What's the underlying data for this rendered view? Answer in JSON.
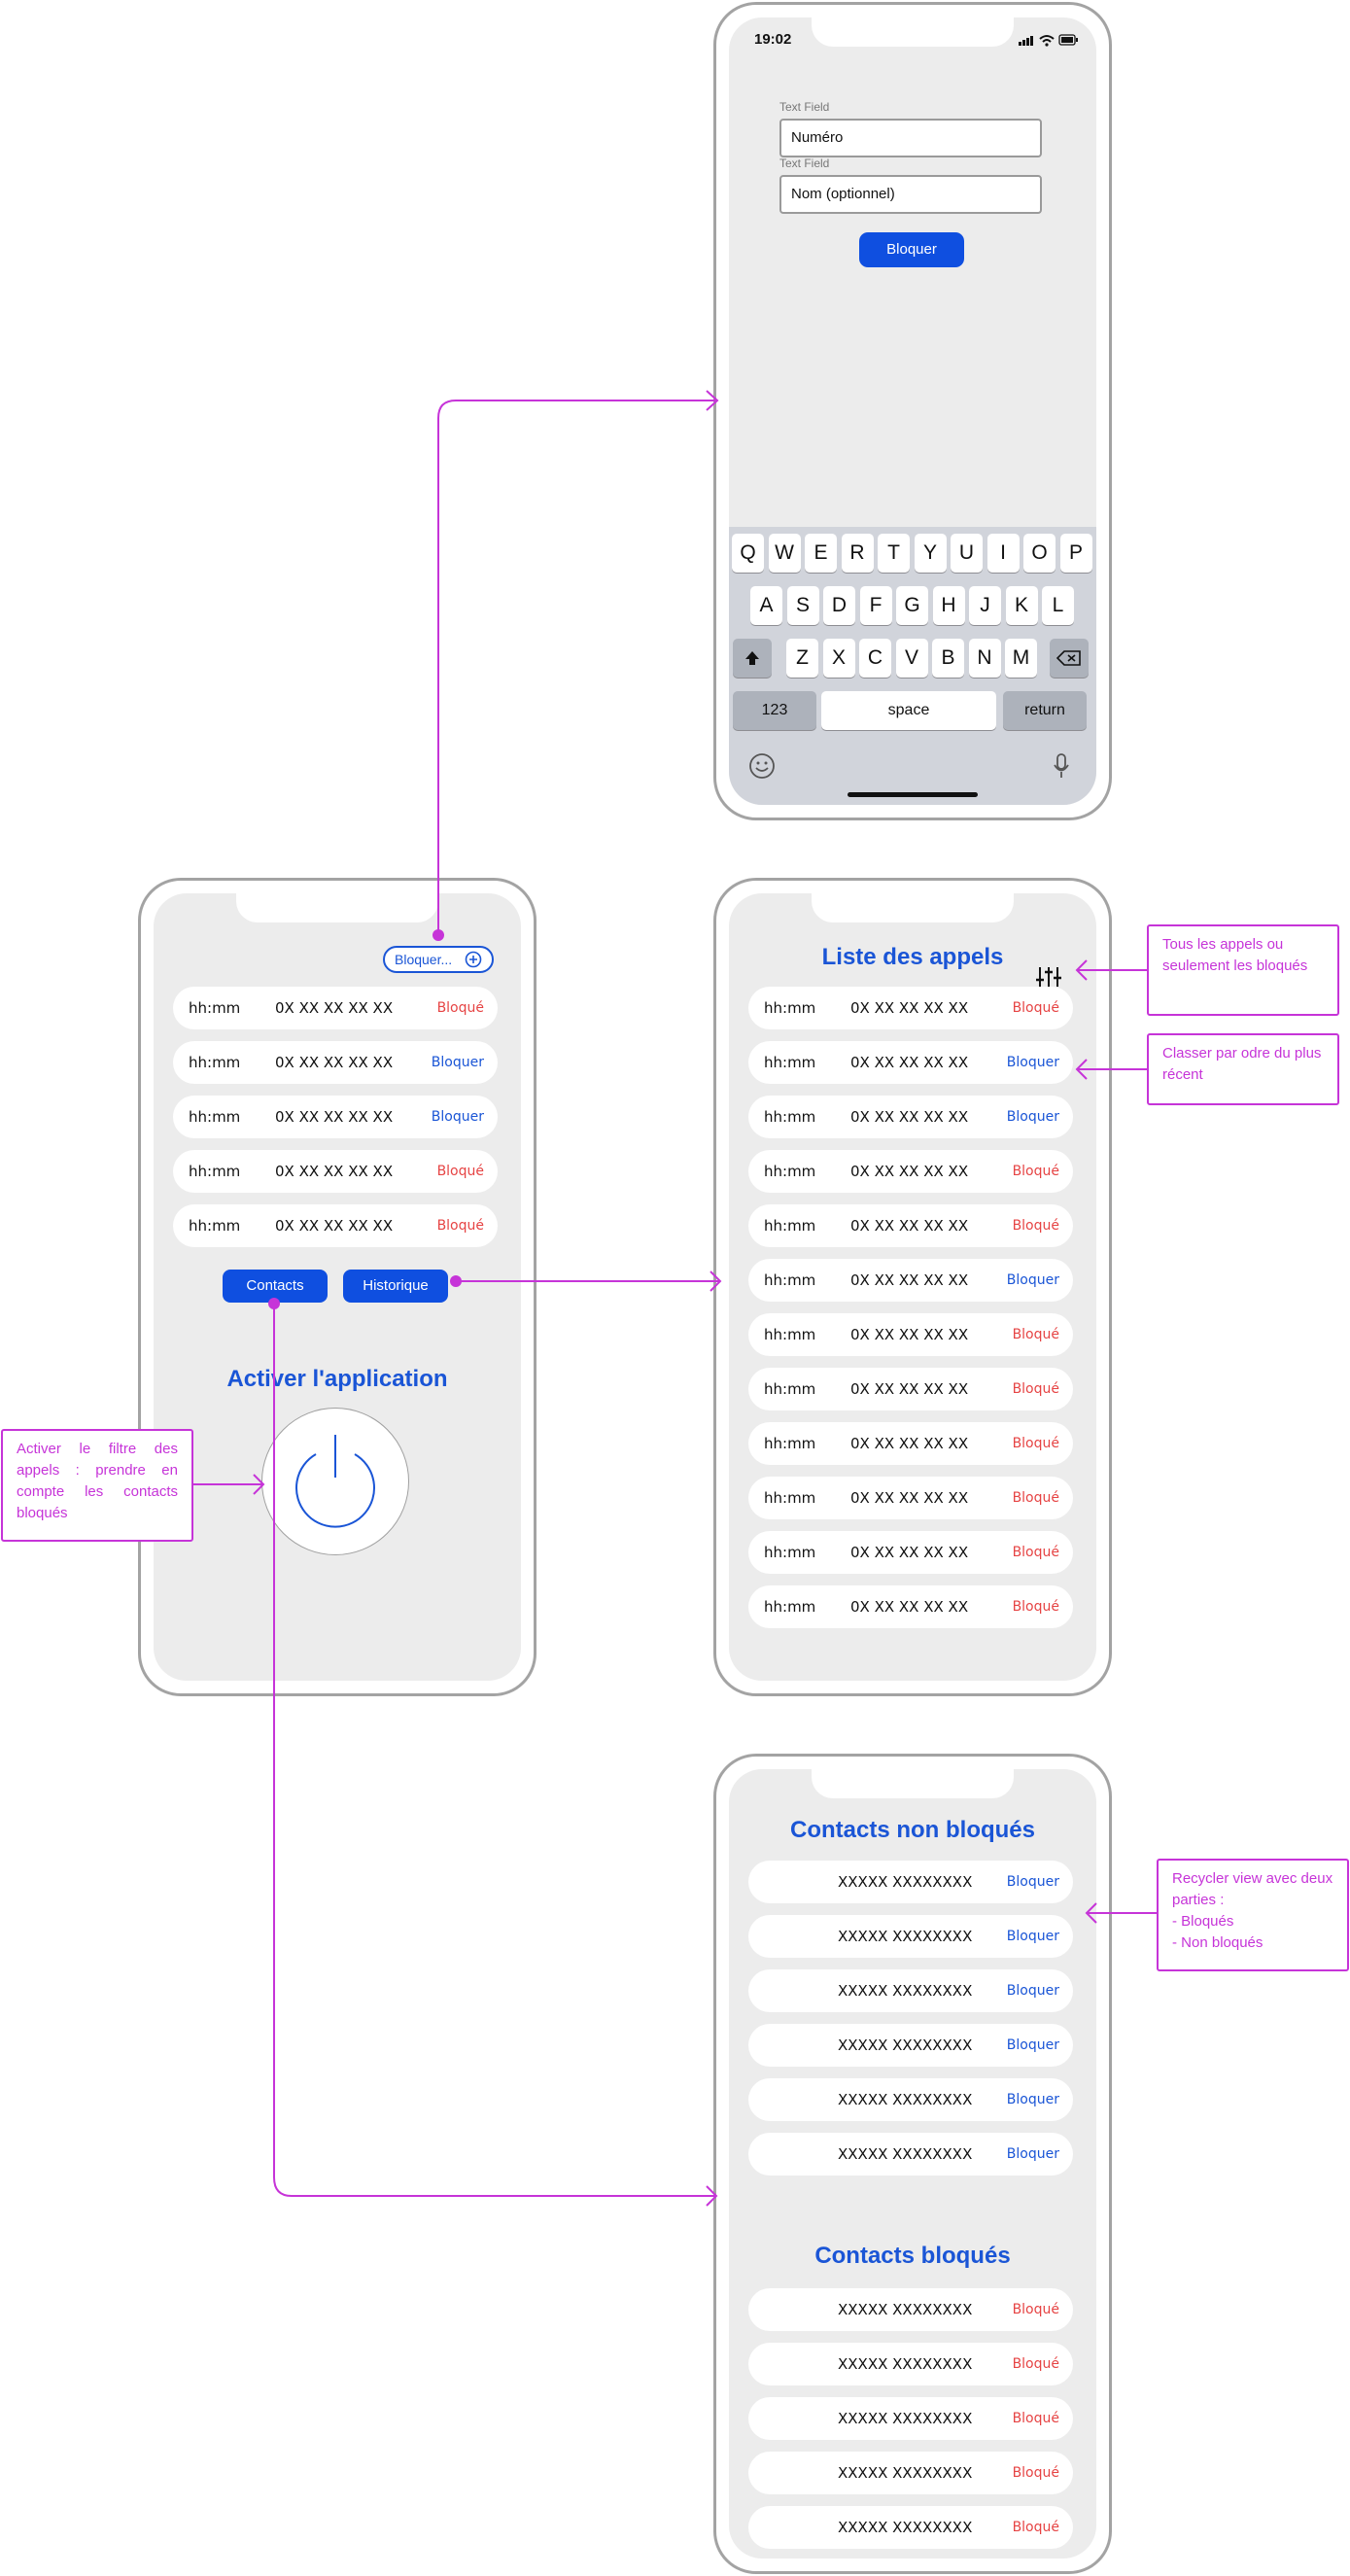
{
  "colors": {
    "accent": "#1a55d6",
    "blocked": "#e64444",
    "annotation": "#c634d8",
    "primary_button": "#0f4fe0"
  },
  "home": {
    "block_button_label": "Bloquer...",
    "rows": [
      {
        "time": "hh:mm",
        "number": "0X XX XX XX XX",
        "action": "Bloqué"
      },
      {
        "time": "hh:mm",
        "number": "0X XX XX XX XX",
        "action": "Bloquer"
      },
      {
        "time": "hh:mm",
        "number": "0X XX XX XX XX",
        "action": "Bloquer"
      },
      {
        "time": "hh:mm",
        "number": "0X XX XX XX XX",
        "action": "Bloqué"
      },
      {
        "time": "hh:mm",
        "number": "0X XX XX XX XX",
        "action": "Bloqué"
      }
    ],
    "contacts_button": "Contacts",
    "history_button": "Historique",
    "activate_title": "Activer l'application",
    "power_icon": "power-icon"
  },
  "block_form": {
    "status_time": "19:02",
    "field1_label": "Text Field",
    "field1_value": "Numéro",
    "field2_label": "Text Field",
    "field2_value": "Nom (optionnel)",
    "submit_button": "Bloquer",
    "keyboard": {
      "row1": [
        "Q",
        "W",
        "E",
        "R",
        "T",
        "Y",
        "U",
        "I",
        "O",
        "P"
      ],
      "row2": [
        "A",
        "S",
        "D",
        "F",
        "G",
        "H",
        "J",
        "K",
        "L"
      ],
      "row3": [
        "Z",
        "X",
        "C",
        "V",
        "B",
        "N",
        "M"
      ],
      "numbers_key": "123",
      "space_key": "space",
      "return_key": "return"
    }
  },
  "history": {
    "title": "Liste des appels",
    "filter_icon": "sliders-icon",
    "rows": [
      {
        "time": "hh:mm",
        "number": "0X XX XX XX XX",
        "action": "Bloqué"
      },
      {
        "time": "hh:mm",
        "number": "0X XX XX XX XX",
        "action": "Bloquer"
      },
      {
        "time": "hh:mm",
        "number": "0X XX XX XX XX",
        "action": "Bloquer"
      },
      {
        "time": "hh:mm",
        "number": "0X XX XX XX XX",
        "action": "Bloqué"
      },
      {
        "time": "hh:mm",
        "number": "0X XX XX XX XX",
        "action": "Bloqué"
      },
      {
        "time": "hh:mm",
        "number": "0X XX XX XX XX",
        "action": "Bloquer"
      },
      {
        "time": "hh:mm",
        "number": "0X XX XX XX XX",
        "action": "Bloqué"
      },
      {
        "time": "hh:mm",
        "number": "0X XX XX XX XX",
        "action": "Bloqué"
      },
      {
        "time": "hh:mm",
        "number": "0X XX XX XX XX",
        "action": "Bloqué"
      },
      {
        "time": "hh:mm",
        "number": "0X XX XX XX XX",
        "action": "Bloqué"
      },
      {
        "time": "hh:mm",
        "number": "0X XX XX XX XX",
        "action": "Bloqué"
      },
      {
        "time": "hh:mm",
        "number": "0X XX XX XX XX",
        "action": "Bloqué"
      }
    ]
  },
  "contacts": {
    "unblocked_title": "Contacts non bloqués",
    "unblocked": [
      {
        "name": "XXXXX XXXXXXXX",
        "action": "Bloquer"
      },
      {
        "name": "XXXXX XXXXXXXX",
        "action": "Bloquer"
      },
      {
        "name": "XXXXX XXXXXXXX",
        "action": "Bloquer"
      },
      {
        "name": "XXXXX XXXXXXXX",
        "action": "Bloquer"
      },
      {
        "name": "XXXXX XXXXXXXX",
        "action": "Bloquer"
      },
      {
        "name": "XXXXX XXXXXXXX",
        "action": "Bloquer"
      }
    ],
    "blocked_title": "Contacts bloqués",
    "blocked": [
      {
        "name": "XXXXX XXXXXXXX",
        "action": "Bloqué"
      },
      {
        "name": "XXXXX XXXXXXXX",
        "action": "Bloqué"
      },
      {
        "name": "XXXXX XXXXXXXX",
        "action": "Bloqué"
      },
      {
        "name": "XXXXX XXXXXXXX",
        "action": "Bloqué"
      },
      {
        "name": "XXXXX XXXXXXXX",
        "action": "Bloqué"
      }
    ]
  },
  "annotations": {
    "filter_note": "Tous les appels ou seulement les bloqués",
    "sort_note": "Classer par odre du plus récent",
    "activate_note": "Activer le filtre des appels : prendre en compte les contacts bloqués",
    "recycler_note": "Recycler view avec deux parties :\n- Bloqués\n- Non bloqués"
  }
}
